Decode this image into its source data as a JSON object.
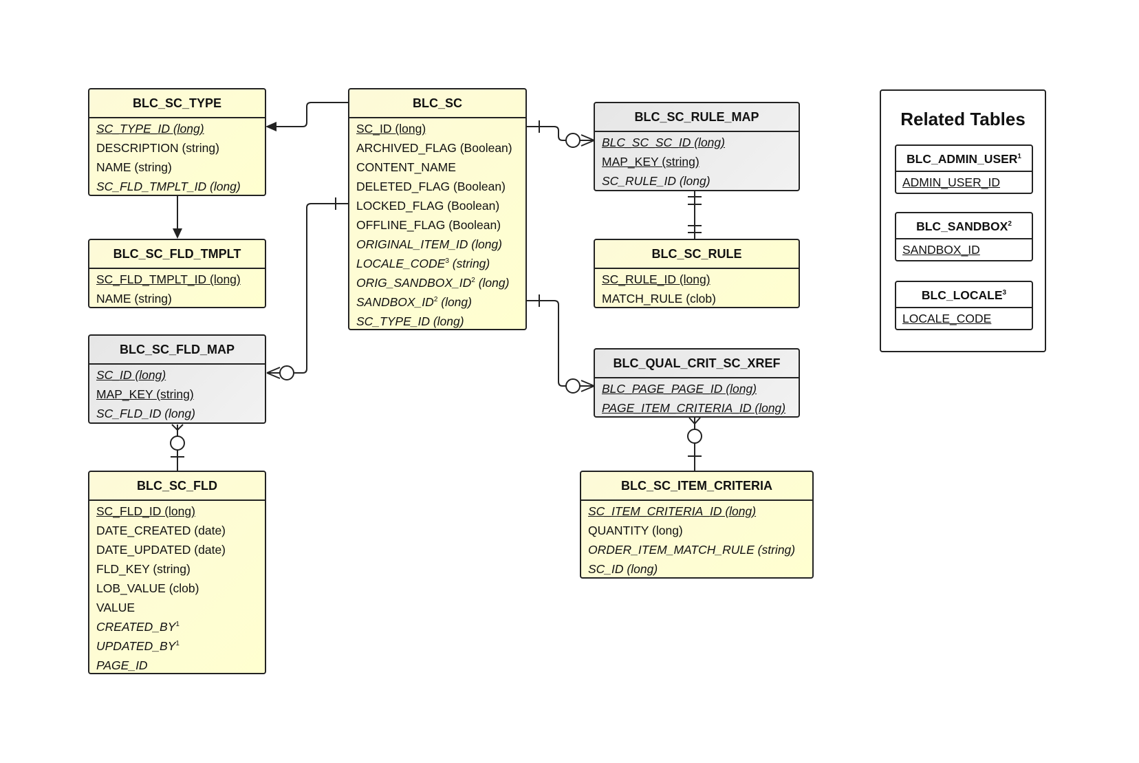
{
  "entities": {
    "blc_sc_type": {
      "title": "BLC_SC_TYPE",
      "fields": [
        {
          "name": "SC_TYPE_ID (long)",
          "underline": true,
          "italic": true
        },
        {
          "name": "DESCRIPTION (string)"
        },
        {
          "name": "NAME (string)"
        },
        {
          "name": "SC_FLD_TMPLT_ID (long)",
          "italic": true
        }
      ]
    },
    "blc_sc_fld_tmplt": {
      "title": "BLC_SC_FLD_TMPLT",
      "fields": [
        {
          "name": "SC_FLD_TMPLT_ID (long)",
          "underline": true
        },
        {
          "name": "NAME (string)"
        }
      ]
    },
    "blc_sc_fld_map": {
      "title": "BLC_SC_FLD_MAP",
      "fields": [
        {
          "name": "SC_ID (long)",
          "underline": true,
          "italic": true
        },
        {
          "name": "MAP_KEY (string)",
          "underline": true
        },
        {
          "name": "SC_FLD_ID (long)",
          "italic": true
        }
      ]
    },
    "blc_sc_fld": {
      "title": "BLC_SC_FLD",
      "fields": [
        {
          "name": "SC_FLD_ID (long)",
          "underline": true
        },
        {
          "name": "DATE_CREATED (date)"
        },
        {
          "name": "DATE_UPDATED (date)"
        },
        {
          "name": "FLD_KEY (string)"
        },
        {
          "name": "LOB_VALUE (clob)"
        },
        {
          "name": "VALUE"
        },
        {
          "name": "CREATED_BY",
          "sup": "1",
          "italic": true
        },
        {
          "name": "UPDATED_BY",
          "sup": "1",
          "italic": true
        },
        {
          "name": "PAGE_ID",
          "italic": true
        }
      ]
    },
    "blc_sc": {
      "title": "BLC_SC",
      "fields": [
        {
          "name": "SC_ID (long)",
          "underline": true
        },
        {
          "name": "ARCHIVED_FLAG (Boolean)"
        },
        {
          "name": "CONTENT_NAME"
        },
        {
          "name": "DELETED_FLAG (Boolean)"
        },
        {
          "name": "LOCKED_FLAG (Boolean)"
        },
        {
          "name": "OFFLINE_FLAG (Boolean)"
        },
        {
          "name": "ORIGINAL_ITEM_ID (long)",
          "italic": true
        },
        {
          "name": "LOCALE_CODE",
          "sup": "3",
          "suffix": " (string)",
          "italic": true
        },
        {
          "name": "ORIG_SANDBOX_ID",
          "sup": "2",
          "suffix": " (long)",
          "italic": true
        },
        {
          "name": "SANDBOX_ID",
          "sup": "2",
          "suffix": " (long)",
          "italic": true
        },
        {
          "name": "SC_TYPE_ID (long)",
          "italic": true
        }
      ]
    },
    "blc_sc_rule_map": {
      "title": "BLC_SC_RULE_MAP",
      "fields": [
        {
          "name": "BLC_SC_SC_ID (long)",
          "underline": true,
          "italic": true
        },
        {
          "name": "MAP_KEY (string)",
          "underline": true
        },
        {
          "name": "SC_RULE_ID (long)",
          "italic": true
        }
      ]
    },
    "blc_sc_rule": {
      "title": "BLC_SC_RULE",
      "fields": [
        {
          "name": "SC_RULE_ID (long)",
          "underline": true
        },
        {
          "name": "MATCH_RULE (clob)"
        }
      ]
    },
    "blc_qual_crit_sc_xref": {
      "title": "BLC_QUAL_CRIT_SC_XREF",
      "fields": [
        {
          "name": "BLC_PAGE_PAGE_ID (long)",
          "underline": true,
          "italic": true
        },
        {
          "name": "PAGE_ITEM_CRITERIA_ID (long)",
          "underline": true,
          "italic": true
        }
      ]
    },
    "blc_sc_item_criteria": {
      "title": "BLC_SC_ITEM_CRITERIA",
      "fields": [
        {
          "name": "SC_ITEM_CRITERIA_ID (long)",
          "underline": true,
          "italic": true
        },
        {
          "name": "QUANTITY (long)"
        },
        {
          "name": "ORDER_ITEM_MATCH_RULE (string)",
          "italic": true
        },
        {
          "name": "SC_ID (long)",
          "italic": true
        }
      ]
    }
  },
  "related": {
    "title": "Related Tables",
    "tables": [
      {
        "title": "BLC_ADMIN_USER",
        "sup": "1",
        "field": "ADMIN_USER_ID"
      },
      {
        "title": "BLC_SANDBOX",
        "sup": "2",
        "field": "SANDBOX_ID"
      },
      {
        "title": "BLC_LOCALE",
        "sup": "3",
        "field": "LOCALE_CODE"
      }
    ]
  },
  "colors": {
    "entity_fill": "#fffed3",
    "junction_fill": "#ececec",
    "line": "#222222"
  }
}
